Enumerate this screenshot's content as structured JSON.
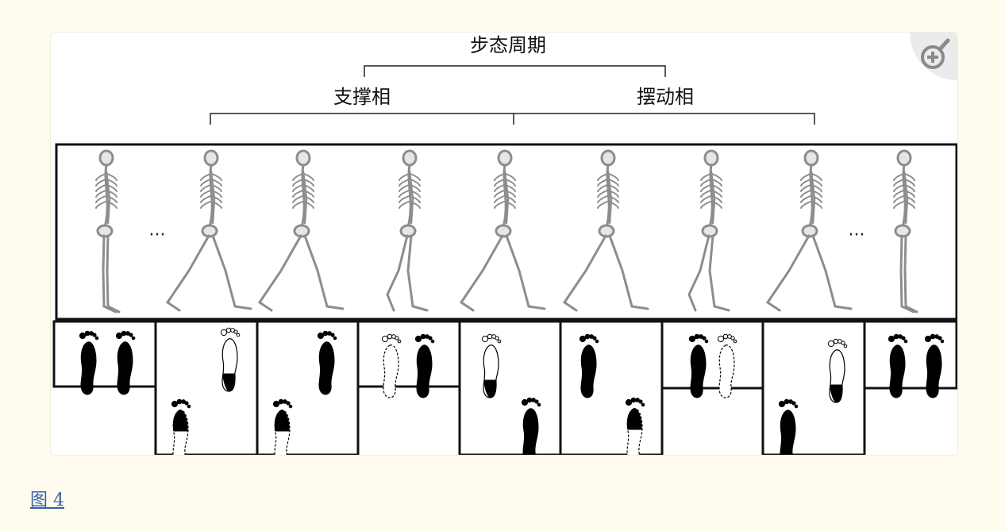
{
  "figure": {
    "top_label": "步态周期",
    "left_label": "支撑相",
    "right_label": "摆动相",
    "ellipsis": "···",
    "frames": [
      {
        "pose": "stand",
        "feet": "both-solid"
      },
      {
        "pose": "stride",
        "feet": "heel-strike"
      },
      {
        "pose": "stride",
        "feet": "loading"
      },
      {
        "pose": "cross",
        "feet": "mid-stance"
      },
      {
        "pose": "stride",
        "feet": "terminal-stance"
      },
      {
        "pose": "stride",
        "feet": "pre-swing"
      },
      {
        "pose": "cross",
        "feet": "mid-swing"
      },
      {
        "pose": "stride",
        "feet": "terminal-swing"
      },
      {
        "pose": "stand",
        "feet": "both-solid"
      }
    ]
  },
  "zoom": {
    "icon": "zoom-in-icon"
  },
  "caption": {
    "link_text": "图 4"
  }
}
